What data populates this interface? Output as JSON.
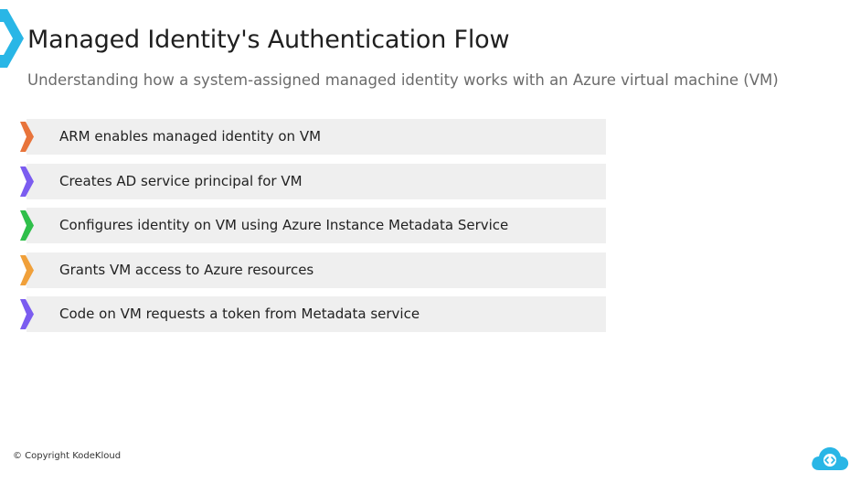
{
  "slide": {
    "title": "Managed Identity's Authentication Flow",
    "subtitle": "Understanding how a system-assigned managed identity works with an Azure virtual machine (VM)"
  },
  "steps": [
    {
      "label": "ARM enables managed identity on VM",
      "accent": "#e8743b"
    },
    {
      "label": "Creates AD service principal for VM",
      "accent": "#7b5cf0"
    },
    {
      "label": "Configures identity on VM using Azure Instance Metadata Service",
      "accent": "#2fbf4a"
    },
    {
      "label": "Grants VM access to Azure resources",
      "accent": "#f0a03a"
    },
    {
      "label": "Code on VM requests a token from Metadata service",
      "accent": "#7b5cf0"
    }
  ],
  "footer": {
    "copyright": "© Copyright KodeKloud"
  },
  "colors": {
    "brand_cyan": "#29b6e6",
    "step_background": "#efefef"
  },
  "icons": {
    "corner": "chevron-arrow-icon",
    "brand": "kodekloud-cloud-icon"
  }
}
